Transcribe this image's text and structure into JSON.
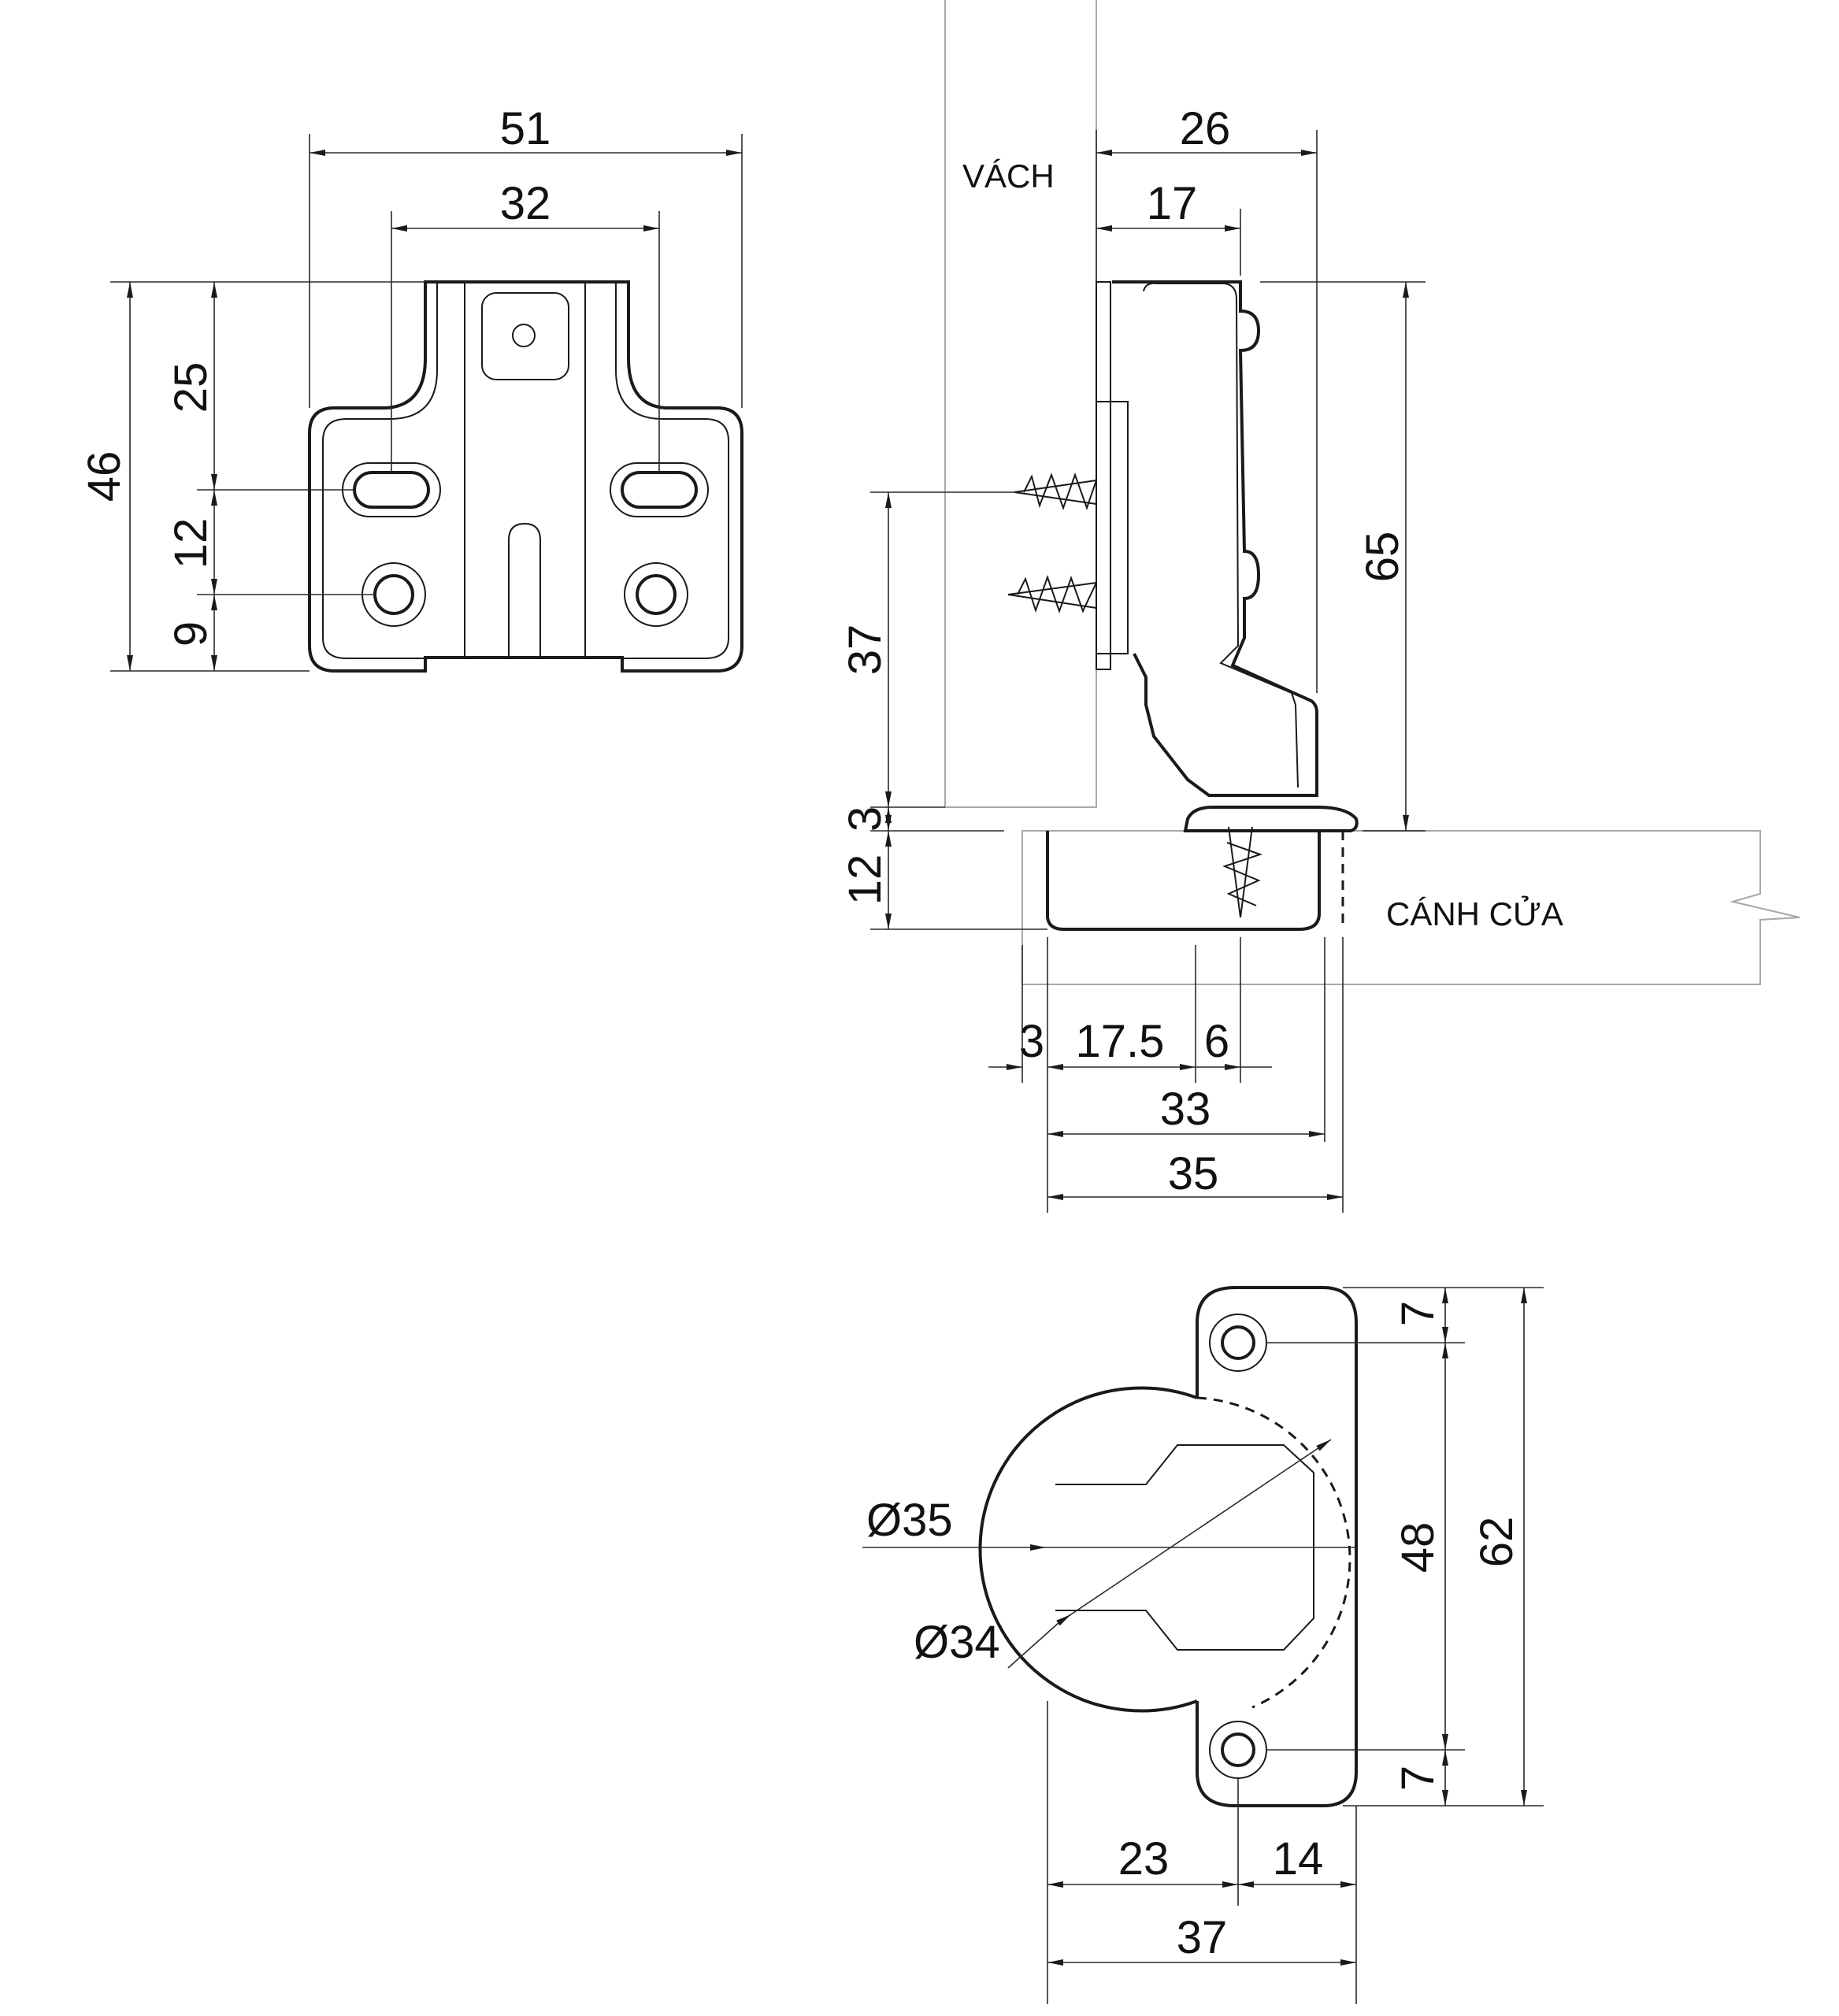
{
  "colors": {
    "ink": "#1a1a1a",
    "reference": "#a8a8a8",
    "background": "#ffffff"
  },
  "labels": {
    "panel": "VÁCH",
    "door": "CÁNH CỬA"
  },
  "mounting_plate": {
    "width_overall": "51",
    "hole_spacing": "32",
    "height_overall": "46",
    "top_to_slot": "25",
    "slot_to_hole": "12",
    "hole_to_bottom": "9"
  },
  "side_view": {
    "depth_overall": "26",
    "depth_arm": "17",
    "height_overall": "65",
    "panel_offset": "37",
    "gap": "3",
    "cup_depth": "12",
    "edge_gap": "3",
    "cup_to_center": "17.5",
    "center_offset": "6",
    "cup_width": "33",
    "cup_diameter_ref": "35"
  },
  "cup_view": {
    "dia_outer": "Ø35",
    "dia_inner": "Ø34",
    "hole_top_offset": "7",
    "hole_bottom_offset": "7",
    "hole_spacing": "48",
    "plate_length": "62",
    "left_to_hole": "23",
    "hole_to_right": "14",
    "plate_width": "37"
  }
}
